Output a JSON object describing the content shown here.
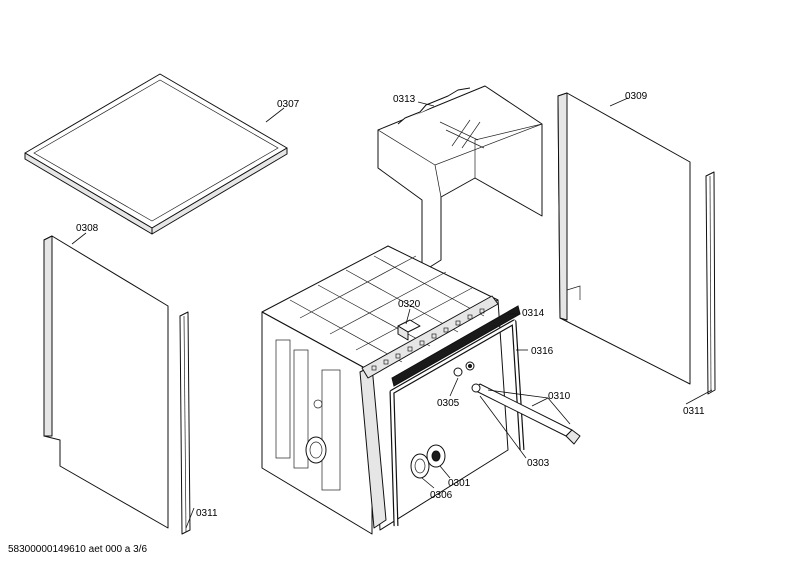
{
  "parts": {
    "p0307": "0307",
    "p0313": "0313",
    "p0309": "0309",
    "p0308": "0308",
    "p0320": "0320",
    "p0314": "0314",
    "p0316": "0316",
    "p0310": "0310",
    "p0305": "0305",
    "p0311_right": "0311",
    "p0303": "0303",
    "p0301": "0301",
    "p0306": "0306",
    "p0311_left": "0311"
  },
  "footer": {
    "doc_code": "58300000149610 aet 000 a 3/6"
  }
}
